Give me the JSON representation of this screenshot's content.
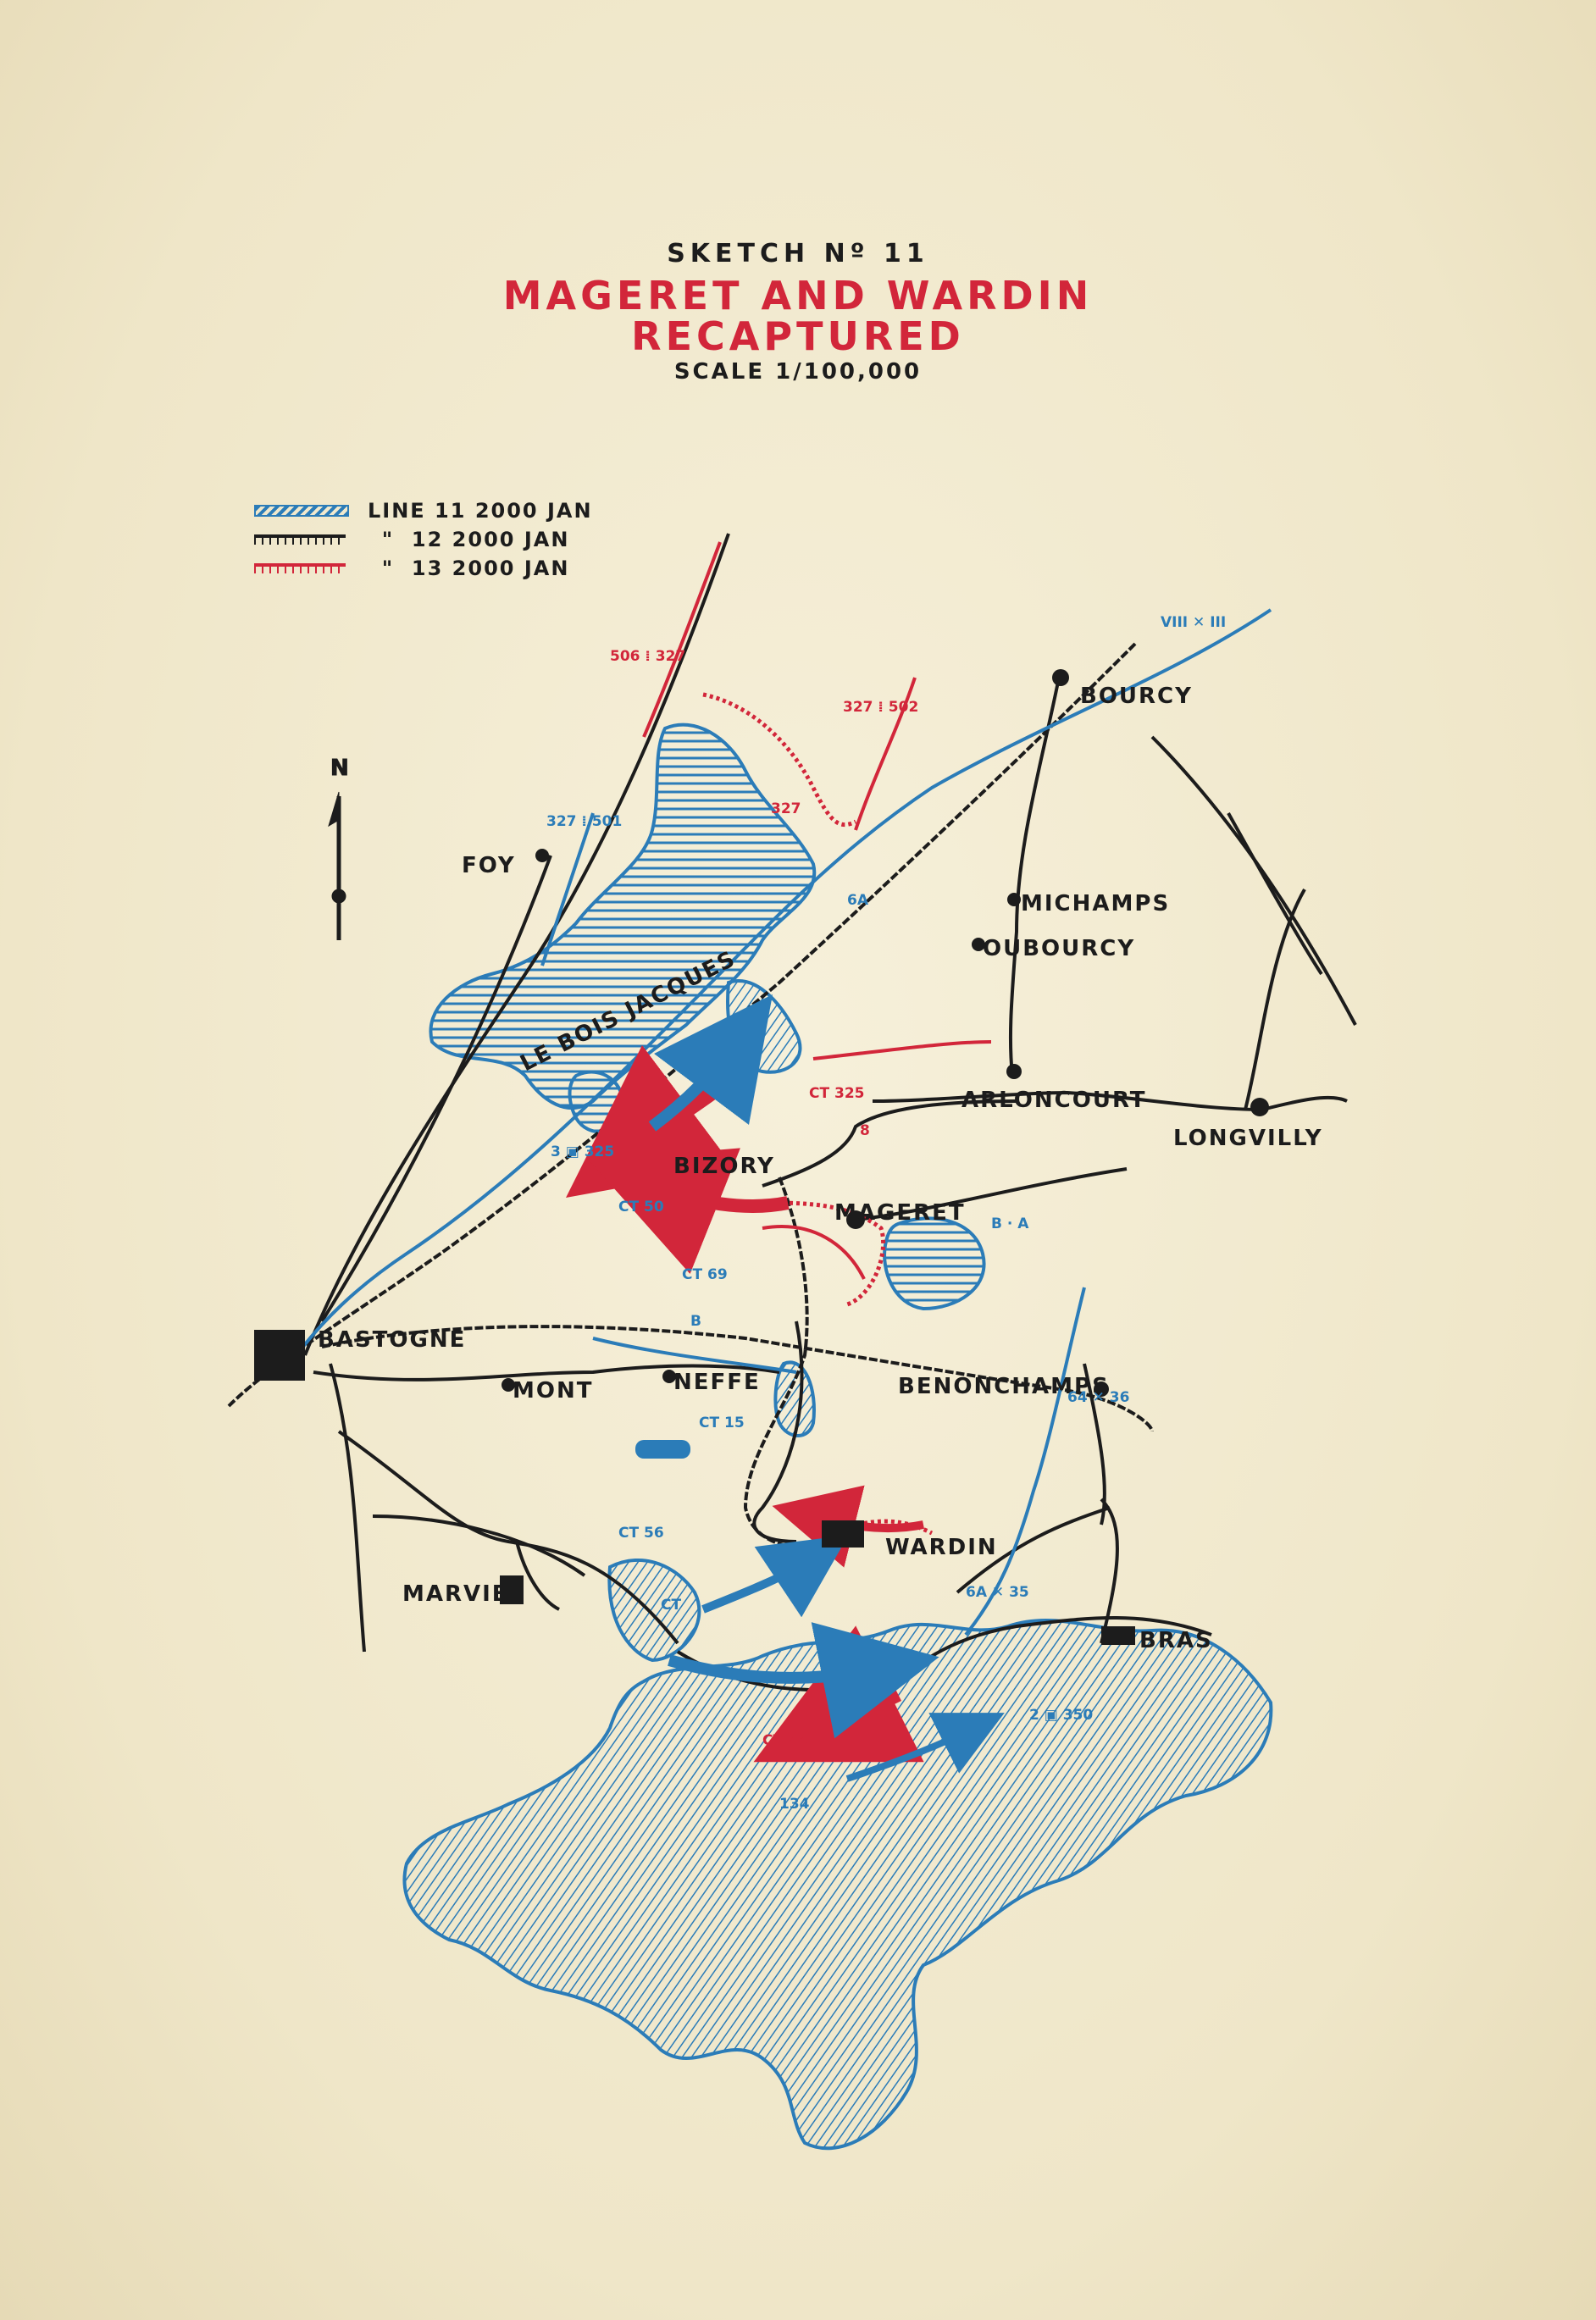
{
  "title": {
    "sketch": "SKETCH Nº 11",
    "line1": "MAGERET AND WARDIN",
    "line2": "RECAPTURED",
    "scale": "SCALE 1/100,000"
  },
  "legend": [
    {
      "text": "LINE 11 2000 JAN",
      "color": "#2b7cb8"
    },
    {
      "text": "  \"  12 2000 JAN",
      "color": "#1c1c1c"
    },
    {
      "text": "  \"  13 2000 JAN",
      "color": "#d2263a"
    }
  ],
  "places": {
    "bourcy": "BOURCY",
    "foy": "FOY",
    "michamps": "MICHAMPS",
    "oubourcy": "OUBOURCY",
    "le_bois_jacques": "LE BOIS JACQUES",
    "arloncourt": "ARLONCOURT",
    "longvilly": "LONGVILLY",
    "bizory": "BIZORY",
    "mageret": "MAGERET",
    "bastogne": "BASTOGNE",
    "mont": "MONT",
    "neffe": "NEFFE",
    "benonchamps": "BENONCHAMPS",
    "wardin": "WARDIN",
    "marvie": "MARVIE",
    "bras": "BRAS"
  },
  "units": {
    "u_506_327": "506 ⁞ 327",
    "u_327_502": "327 ⁞ 502",
    "u_327": "327",
    "u_327_501": "327 ⁞ 501",
    "u_6a": "6A",
    "u_ct325": "CT 325",
    "u_8": "8",
    "u_3_325": "3 ▣ 325",
    "u_ct50": "CT 50",
    "u_ct69": "CT 69",
    "u_b": "B",
    "u_b_a": "B · A",
    "u_ct15": "CT 15",
    "u_ct56": "CT 56",
    "u_ct": "CT",
    "u_ct44": "CT 44",
    "u_134": "134",
    "u_2_350": "2 ▣ 350",
    "u_6a_35": "6A ✕ 35",
    "u_64_36": "64 ✕ 36",
    "u_viii_iii": "VIII ✕ III",
    "north": "N"
  },
  "colors": {
    "paper": "#f3ecd4",
    "blue": "#2b7cb8",
    "red": "#d2263a",
    "ink": "#1c1c1c"
  }
}
